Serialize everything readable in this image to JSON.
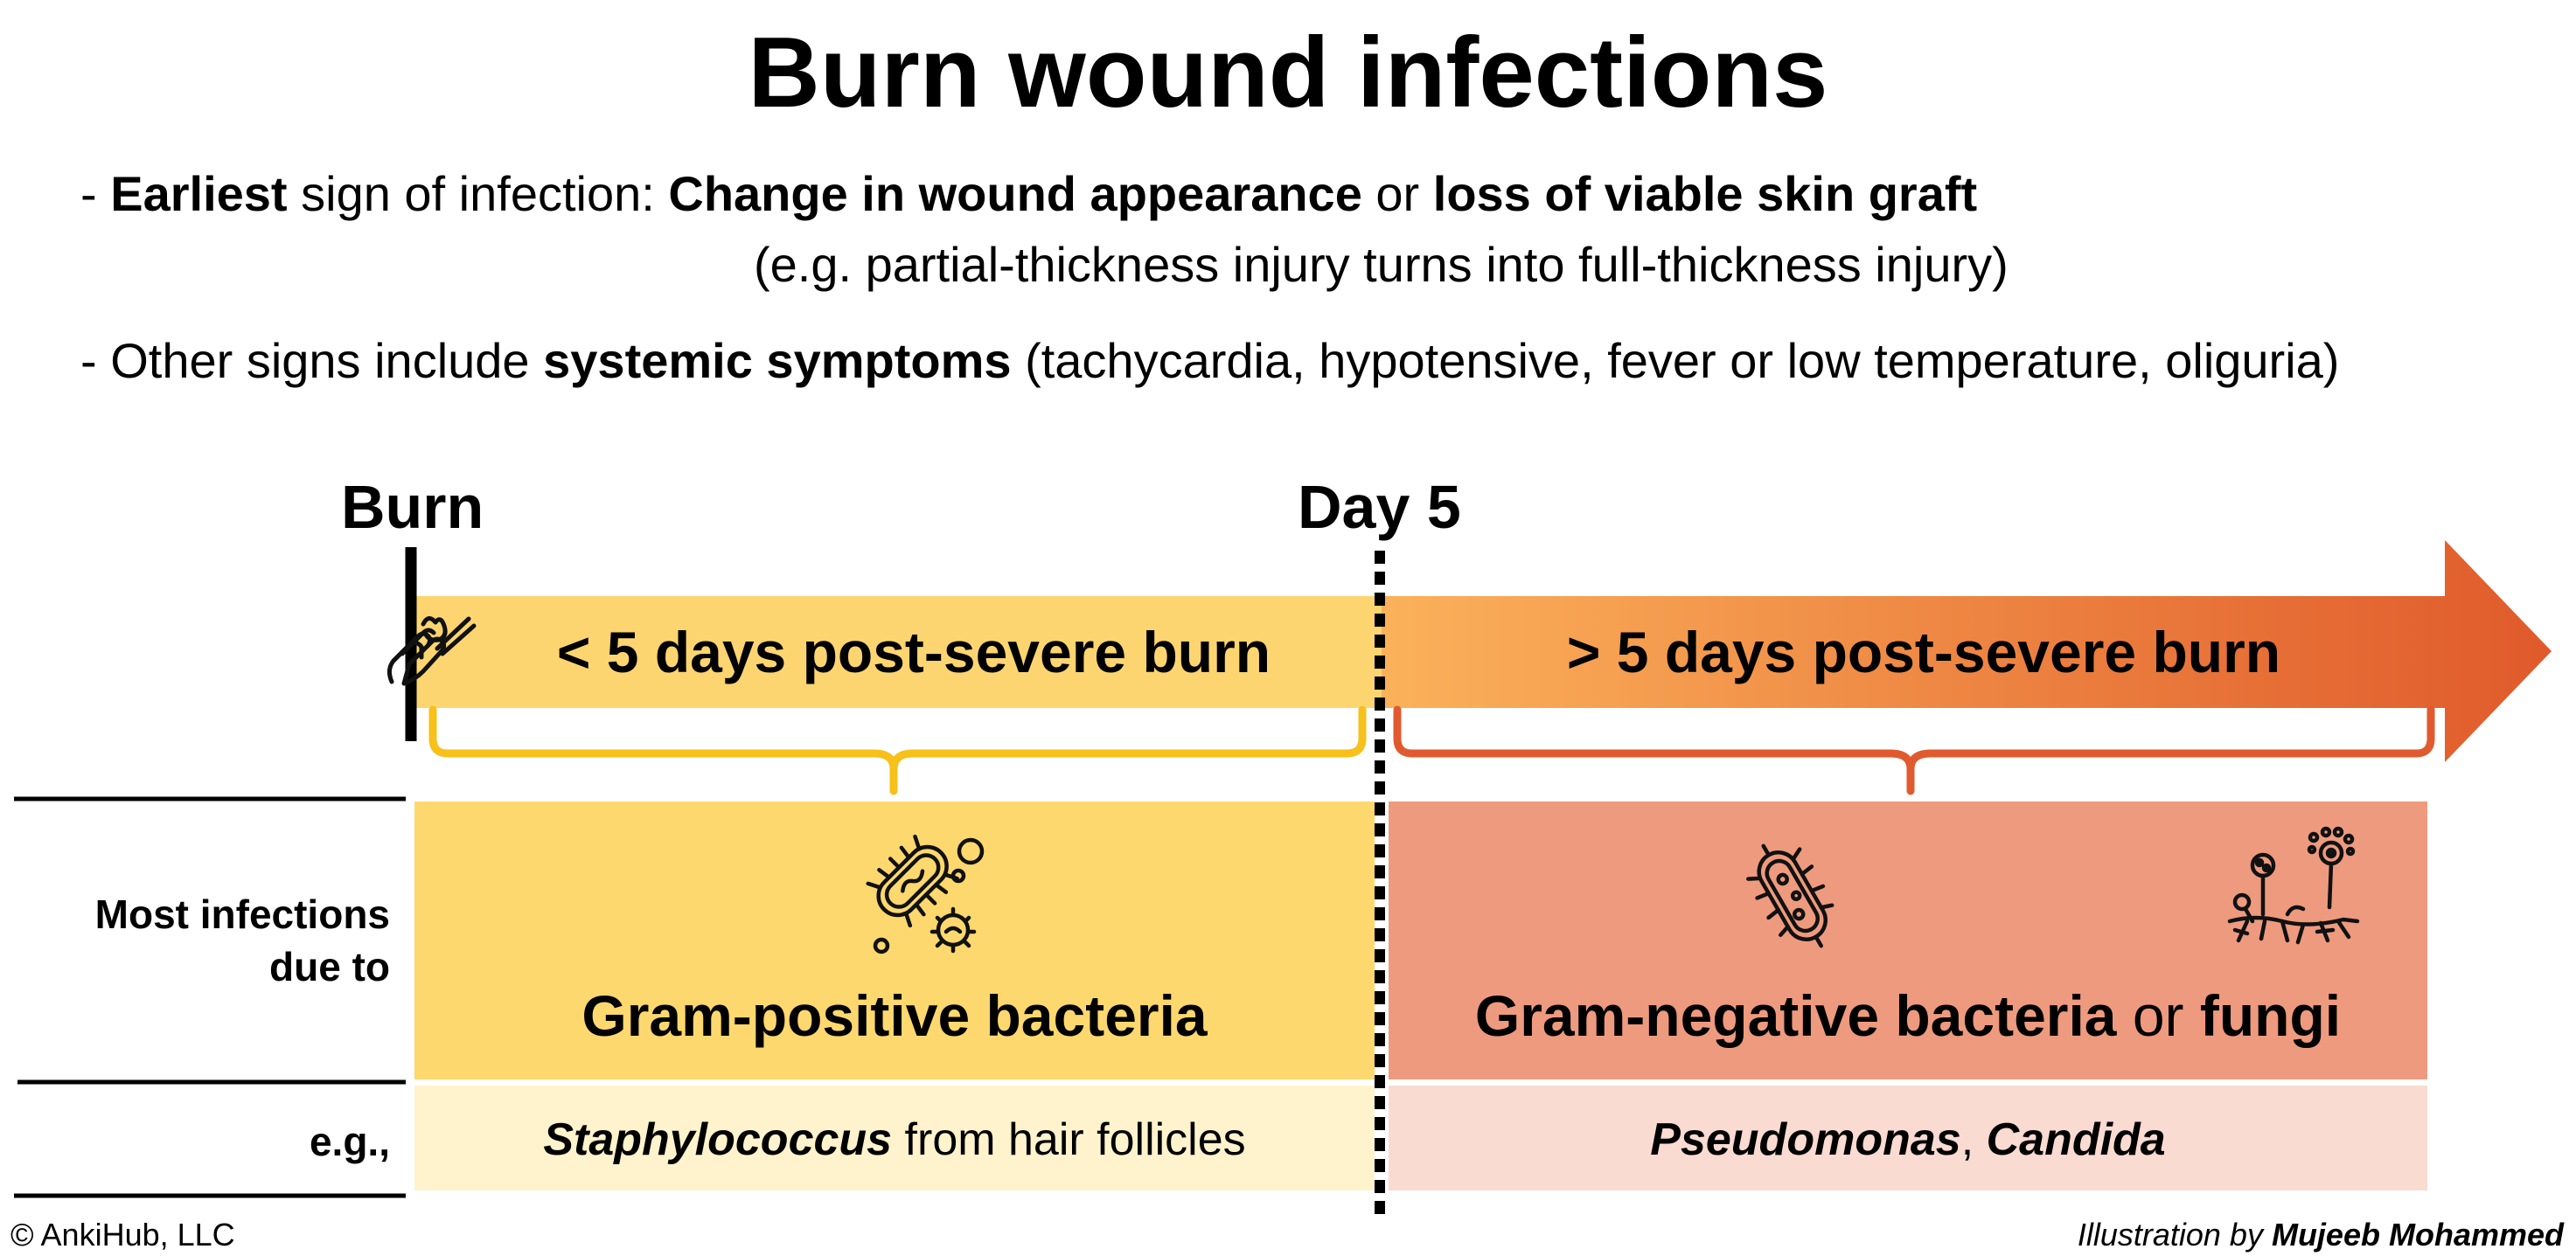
{
  "title": "Burn wound infections",
  "signs": {
    "line1": {
      "prefix": "- ",
      "bold1": "Earliest",
      "text1": " sign of infection: ",
      "bold2": "Change in wound appearance",
      "text2": " or ",
      "bold3": "loss of viable skin graft"
    },
    "line1_example": "(e.g. partial-thickness injury turns into full-thickness injury)",
    "line2": {
      "prefix": "- Other signs include ",
      "bold": "systemic symptoms",
      "text": " (tachycardia, hypotensive, fever or low temperature, oliguria)"
    }
  },
  "timeline": {
    "marker_start": "Burn",
    "marker_mid": "Day 5",
    "early_label": "< 5 days post-severe burn",
    "late_label": "> 5 days post-severe burn"
  },
  "rows": {
    "label1_line1": "Most infections",
    "label1_line2": "due to",
    "label2": "e.g.,"
  },
  "early": {
    "organism": "Gram-positive bacteria",
    "example_italic": "Staphylococcus",
    "example_rest": " from hair follicles"
  },
  "late": {
    "organism_bold1": "Gram-negative bacteria",
    "organism_or": " or ",
    "organism_bold2": "fungi",
    "example_1": "Pseudomonas",
    "example_sep": ", ",
    "example_2": "Candida"
  },
  "footer": {
    "copyright": "© AnkiHub, LLC",
    "credit_prefix": "Illustration by ",
    "credit_name": "Mujeeb Mohammed"
  },
  "colors": {
    "early_band": "#fcd571",
    "early_box": "#fdd86e",
    "early_light": "#fef3cc",
    "early_brace": "#f7c01a",
    "late_band_start": "#fbb15a",
    "late_band_end": "#e05a2b",
    "late_box": "#ee9a7e",
    "late_light": "#f9dbd2",
    "late_brace": "#e15a2f"
  },
  "icons": {
    "burn": "burned-hand-icon",
    "gram_positive": "gram-positive-bacteria-icon",
    "gram_negative": "gram-negative-bacterium-icon",
    "fungi": "fungi-icon"
  }
}
